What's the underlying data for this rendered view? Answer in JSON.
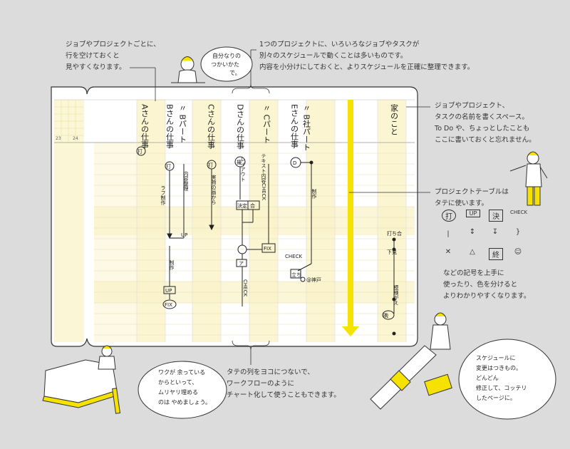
{
  "annotations": {
    "top_left": [
      "ジョブやプロジェクトごとに、",
      "行を空けておくと",
      "見やすくなります。"
    ],
    "top_center": [
      "1つのプロジェクトに、いろいろなジョブやタスクが",
      "別々のスケジュールで動くことは多いものです。",
      "内容を小分けにしておくと、よりスケジュールを正確に整理できます。"
    ],
    "right_top": [
      "ジョブやプロジェクト、",
      "タスクの名前を書くスペース。",
      "To Do や、ちょっとしたことも",
      "ここに書いておくと忘れません。"
    ],
    "right_mid": [
      "プロジェクトテーブルは",
      "タテに使います。"
    ],
    "right_bottom": [
      "などの記号を上手に",
      "使ったり、色を分けると",
      "よりわかりやすくなります。"
    ],
    "bottom_center": [
      "タテの列をヨコにつないで、",
      "ワークフローのように",
      "チャート化して使うこともできます。"
    ]
  },
  "bubbles": {
    "top": [
      "自分なりの",
      "つかいかた",
      "で。"
    ],
    "bottom_left": [
      "ワクが 余っている",
      "からといって、",
      "ムリヤリ埋める",
      "のは やめましょう。"
    ],
    "bottom_right": [
      "スケジュールに",
      "変更はつきもの。",
      "どんどん",
      "修正して、コッテリ",
      "したページに。"
    ]
  },
  "left_page_numbers": [
    "23",
    "24"
  ],
  "columns": [
    {
      "label": "Aさんの仕事"
    },
    {
      "label": "Bさんの仕事"
    },
    {
      "label": "〃 Bパート"
    },
    {
      "label": "Cさんの仕事"
    },
    {
      "label": "Dさんの仕事"
    },
    {
      "label": "〃 Cパート"
    },
    {
      "label": "Eさんの仕事"
    },
    {
      "label": "〃 B社パート"
    },
    {
      "label": "家のこと"
    }
  ],
  "chart_marks": {
    "a_start": "打",
    "b_start": "打",
    "b_task1": "ラフ制作",
    "b_task2": "内容整理",
    "b_up": "UP",
    "b_task3": "制作",
    "b_up2": "UP",
    "b_fix": "FIX",
    "c_start": "打",
    "c_task": "実物の画から",
    "d_start": "撮",
    "d_task1": "レイアウト",
    "d_mid": "決定",
    "d_up": "合",
    "d_task2": "テキスト内容CHECK",
    "d_fix": "FIX",
    "d_check": "CHECK",
    "d_tbox": "ア",
    "e_start": "D",
    "e_task": "制作",
    "e_check": "CHECK",
    "e_place": "@神戸",
    "e_box": "立ち",
    "home_1": "打ち合",
    "home_2": "下見",
    "home_3": "模様がえ",
    "home_end": "晩"
  },
  "legend_symbols": [
    "打",
    "UP",
    "決",
    "CHECK",
    "丨",
    "↕",
    "↧",
    "}",
    "✕",
    "△",
    "終",
    "☺"
  ],
  "colors": {
    "accent_yellow": "#f5e200",
    "paper": "#ffffff",
    "grid_yellow": "#fbf6d5",
    "background": "#dcdcdc",
    "ink": "#333333"
  }
}
